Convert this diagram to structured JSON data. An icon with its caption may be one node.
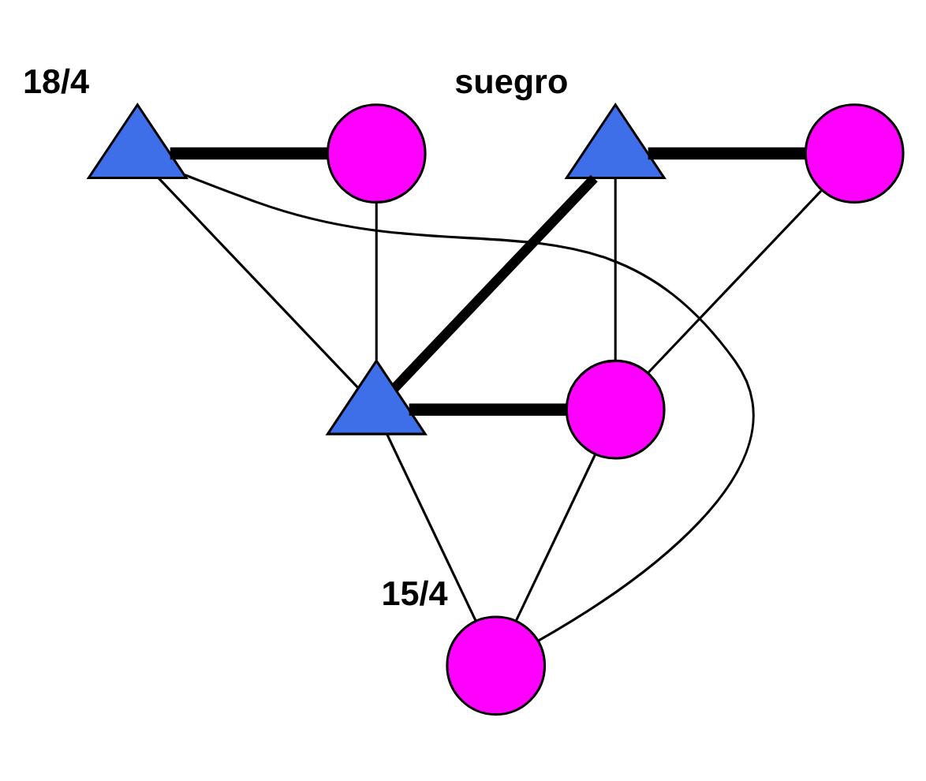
{
  "diagram": {
    "nodes": [
      {
        "text": [],
        "shape": "triangle",
        "beside": [
          "18/4"
        ]
      },
      {
        "text": [],
        "shape": "circle"
      },
      {
        "text": [],
        "shape": "triangle",
        "beside": [
          "suegro"
        ]
      },
      {
        "text": [],
        "shape": "circle"
      },
      {
        "text": [],
        "shape": "triangle"
      },
      {
        "text": [],
        "shape": "circle"
      },
      {
        "text": [],
        "shape": "circle",
        "beside": [
          "15/4"
        ]
      }
    ],
    "edges": [
      {
        "from": 0,
        "to": 1,
        "arrow": "none",
        "style": "thick"
      },
      {
        "from": 2,
        "to": 3,
        "arrow": "none",
        "style": "thick"
      },
      {
        "from": 0,
        "to": 4,
        "arrow": "none"
      },
      {
        "from": 1,
        "to": 4,
        "arrow": "none"
      },
      {
        "from": 2,
        "to": 5,
        "arrow": "none"
      },
      {
        "from": 3,
        "to": 5,
        "arrow": "none"
      },
      {
        "from": 4,
        "to": 2,
        "arrow": "none",
        "style": "thick"
      },
      {
        "from": 4,
        "to": 5,
        "arrow": "none",
        "style": "thick"
      },
      {
        "from": 4,
        "to": 6,
        "arrow": "none"
      },
      {
        "from": 5,
        "to": 6,
        "arrow": "none"
      },
      {
        "from": 0,
        "to": 6,
        "arrow": "none"
      }
    ]
  }
}
